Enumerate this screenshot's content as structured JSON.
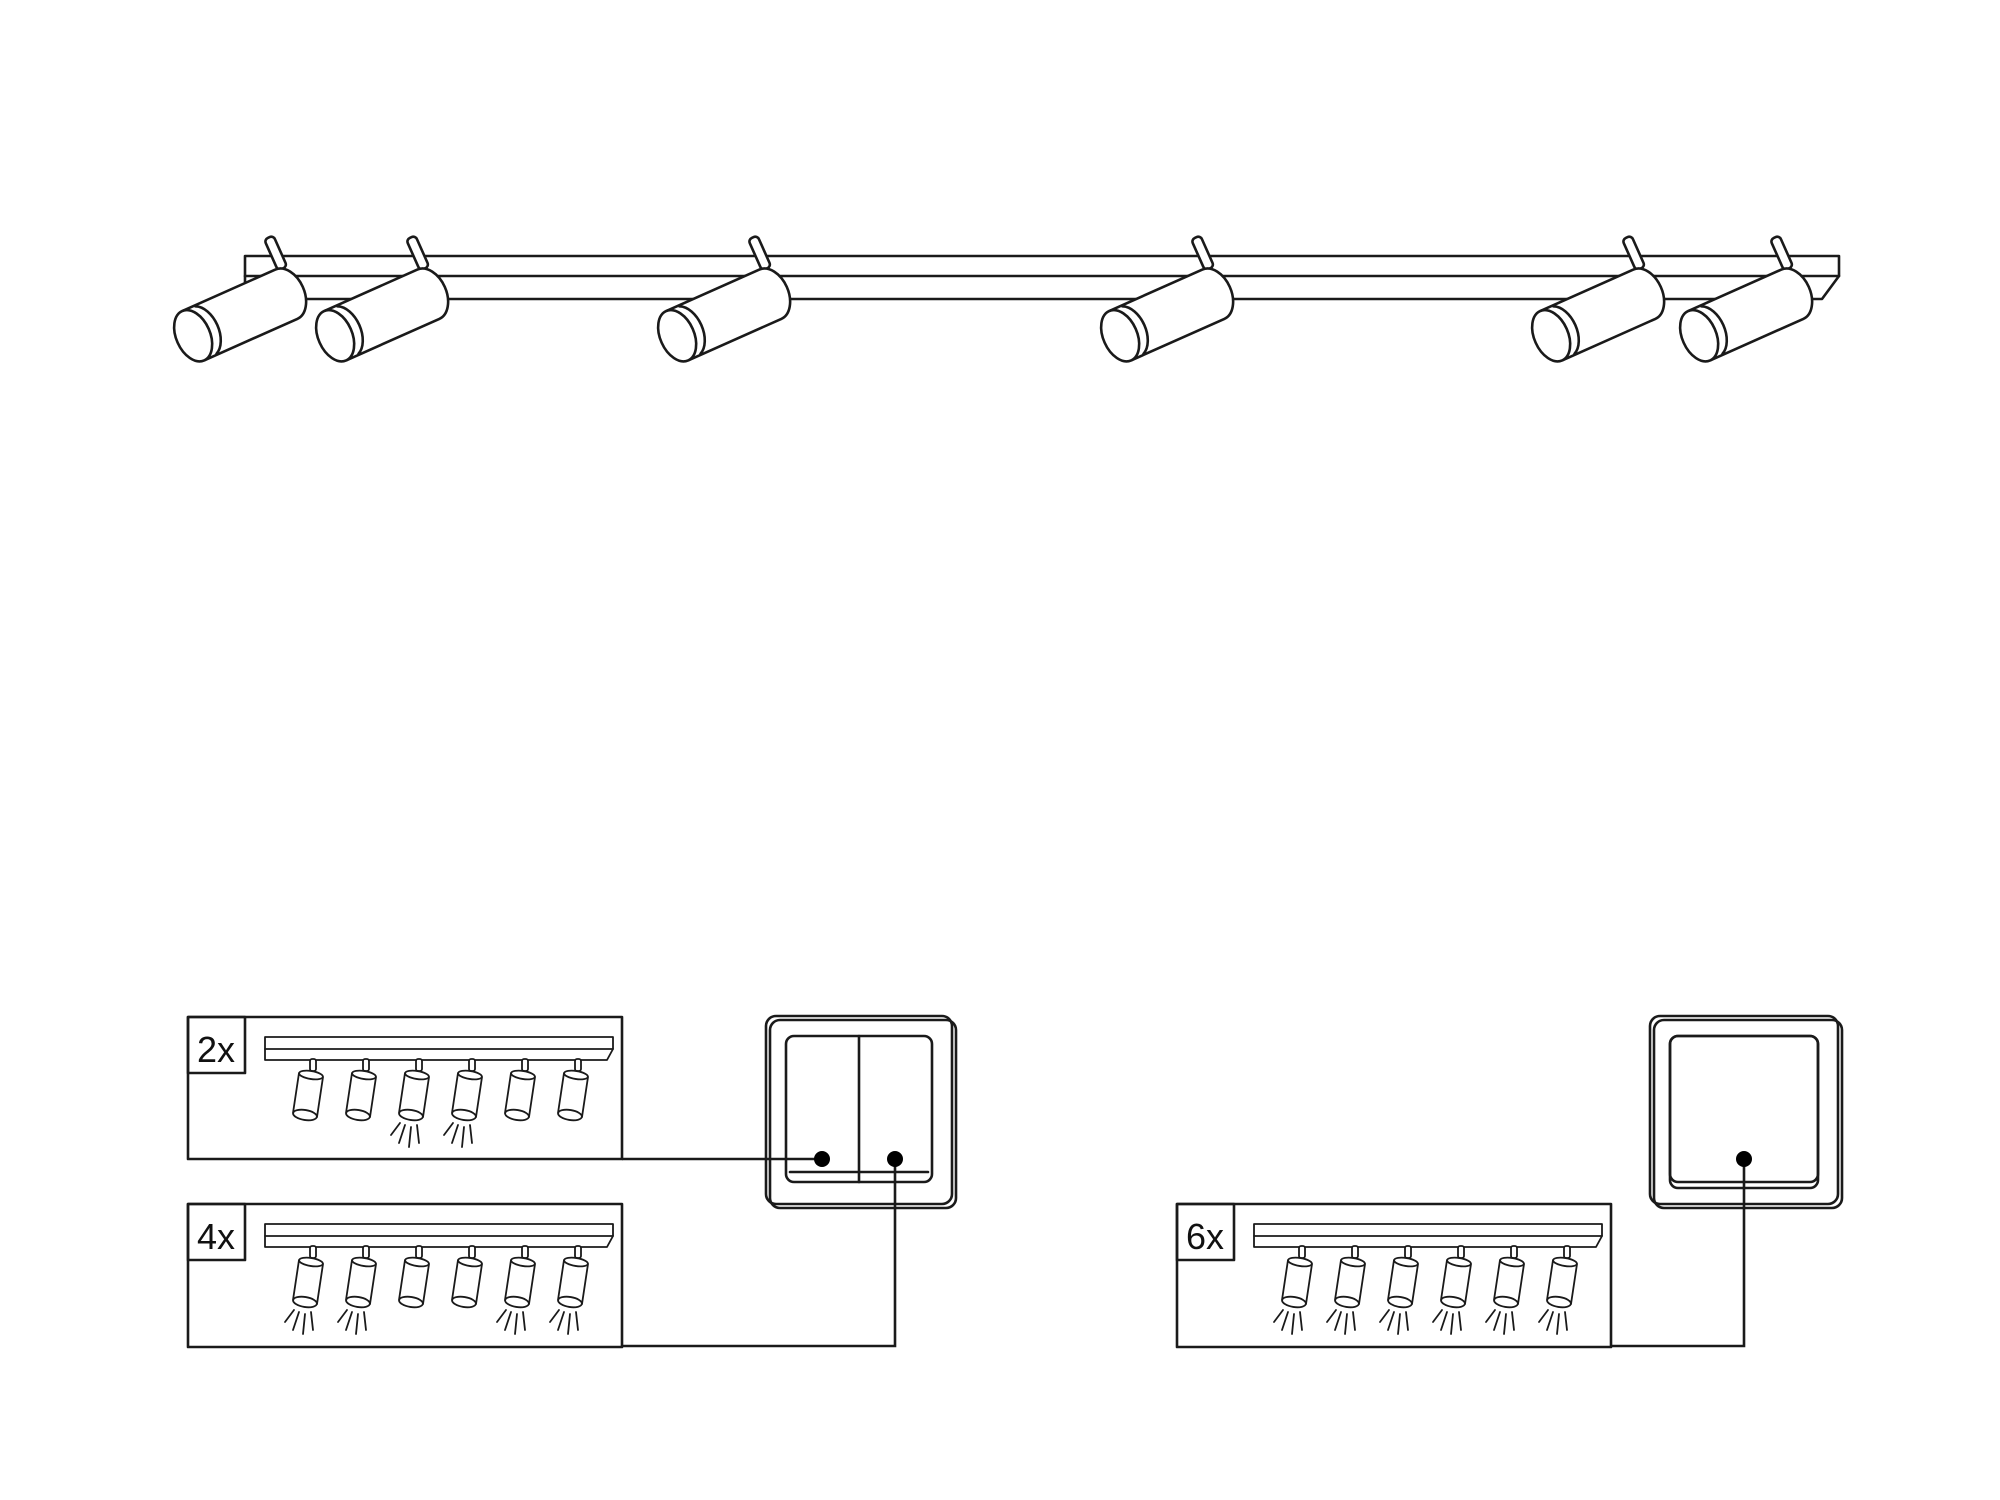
{
  "top_fixture": {
    "spot_count": 6
  },
  "panels": [
    {
      "id": "panel-2x",
      "label": "2x",
      "lit_spots": [
        3,
        4
      ]
    },
    {
      "id": "panel-4x",
      "label": "4x",
      "lit_spots": [
        1,
        2,
        5,
        6
      ]
    },
    {
      "id": "panel-6x",
      "label": "6x",
      "lit_spots": [
        1,
        2,
        3,
        4,
        5,
        6
      ]
    }
  ],
  "switches": [
    {
      "id": "double-switch",
      "type": "two-gang",
      "connected_to": [
        "panel-2x",
        "panel-4x"
      ]
    },
    {
      "id": "single-switch",
      "type": "one-gang",
      "connected_to": [
        "panel-6x"
      ]
    }
  ],
  "colors": {
    "line": "#1a1a1a",
    "background": "#ffffff"
  }
}
